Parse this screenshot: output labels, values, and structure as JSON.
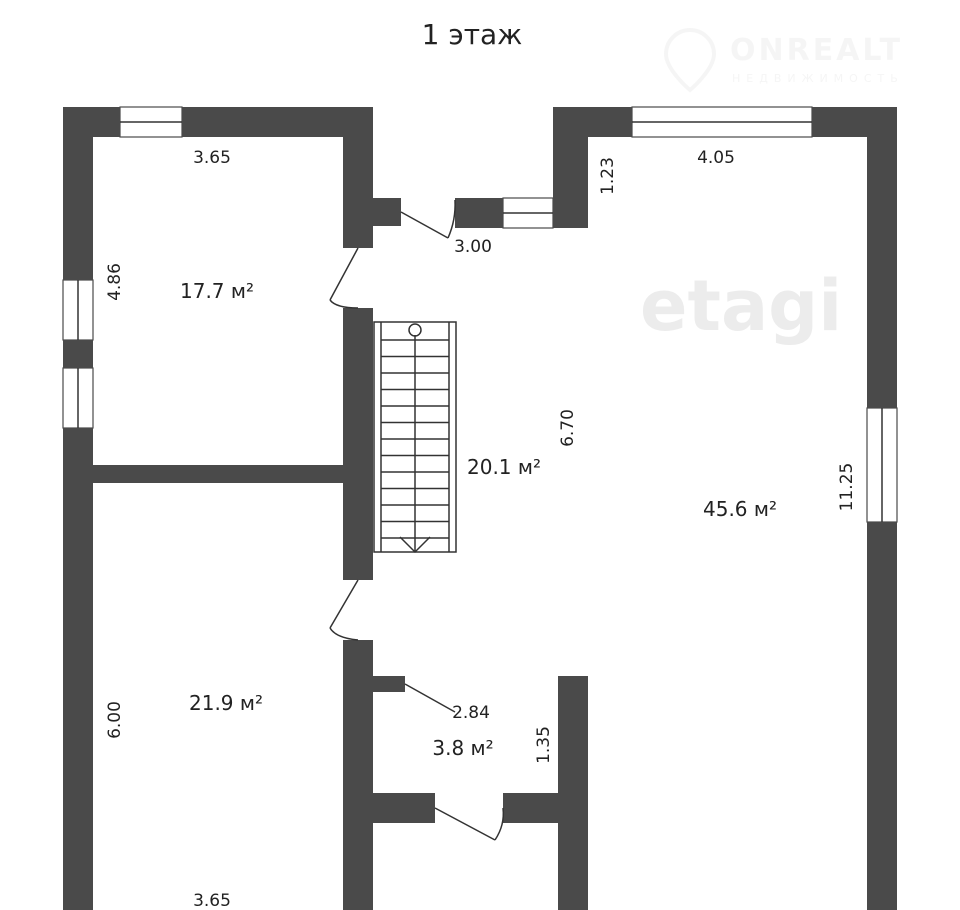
{
  "title": "1 этаж",
  "logo": {
    "name": "ONREALT",
    "subtitle": "НЕДВИЖИМОСТЬ",
    "watermark": "etagi"
  },
  "dimensions": {
    "top_left_width": "3.65",
    "left_room_height": "4.86",
    "entry_width": "3.00",
    "entry_depth": "1.23",
    "top_right_width": "4.05",
    "hall_height": "6.70",
    "right_height": "11.25",
    "bottom_left_height": "6.00",
    "small_room_width": "2.84",
    "small_room_height": "1.35",
    "bottom_left_width": "3.65"
  },
  "rooms": {
    "room_top_left": "17.7 м²",
    "hall": "20.1 м²",
    "living": "45.6 м²",
    "room_bottom_left": "21.9 м²",
    "small_room": "3.8 м²"
  },
  "colors": {
    "wall": "#4a4a4a"
  }
}
